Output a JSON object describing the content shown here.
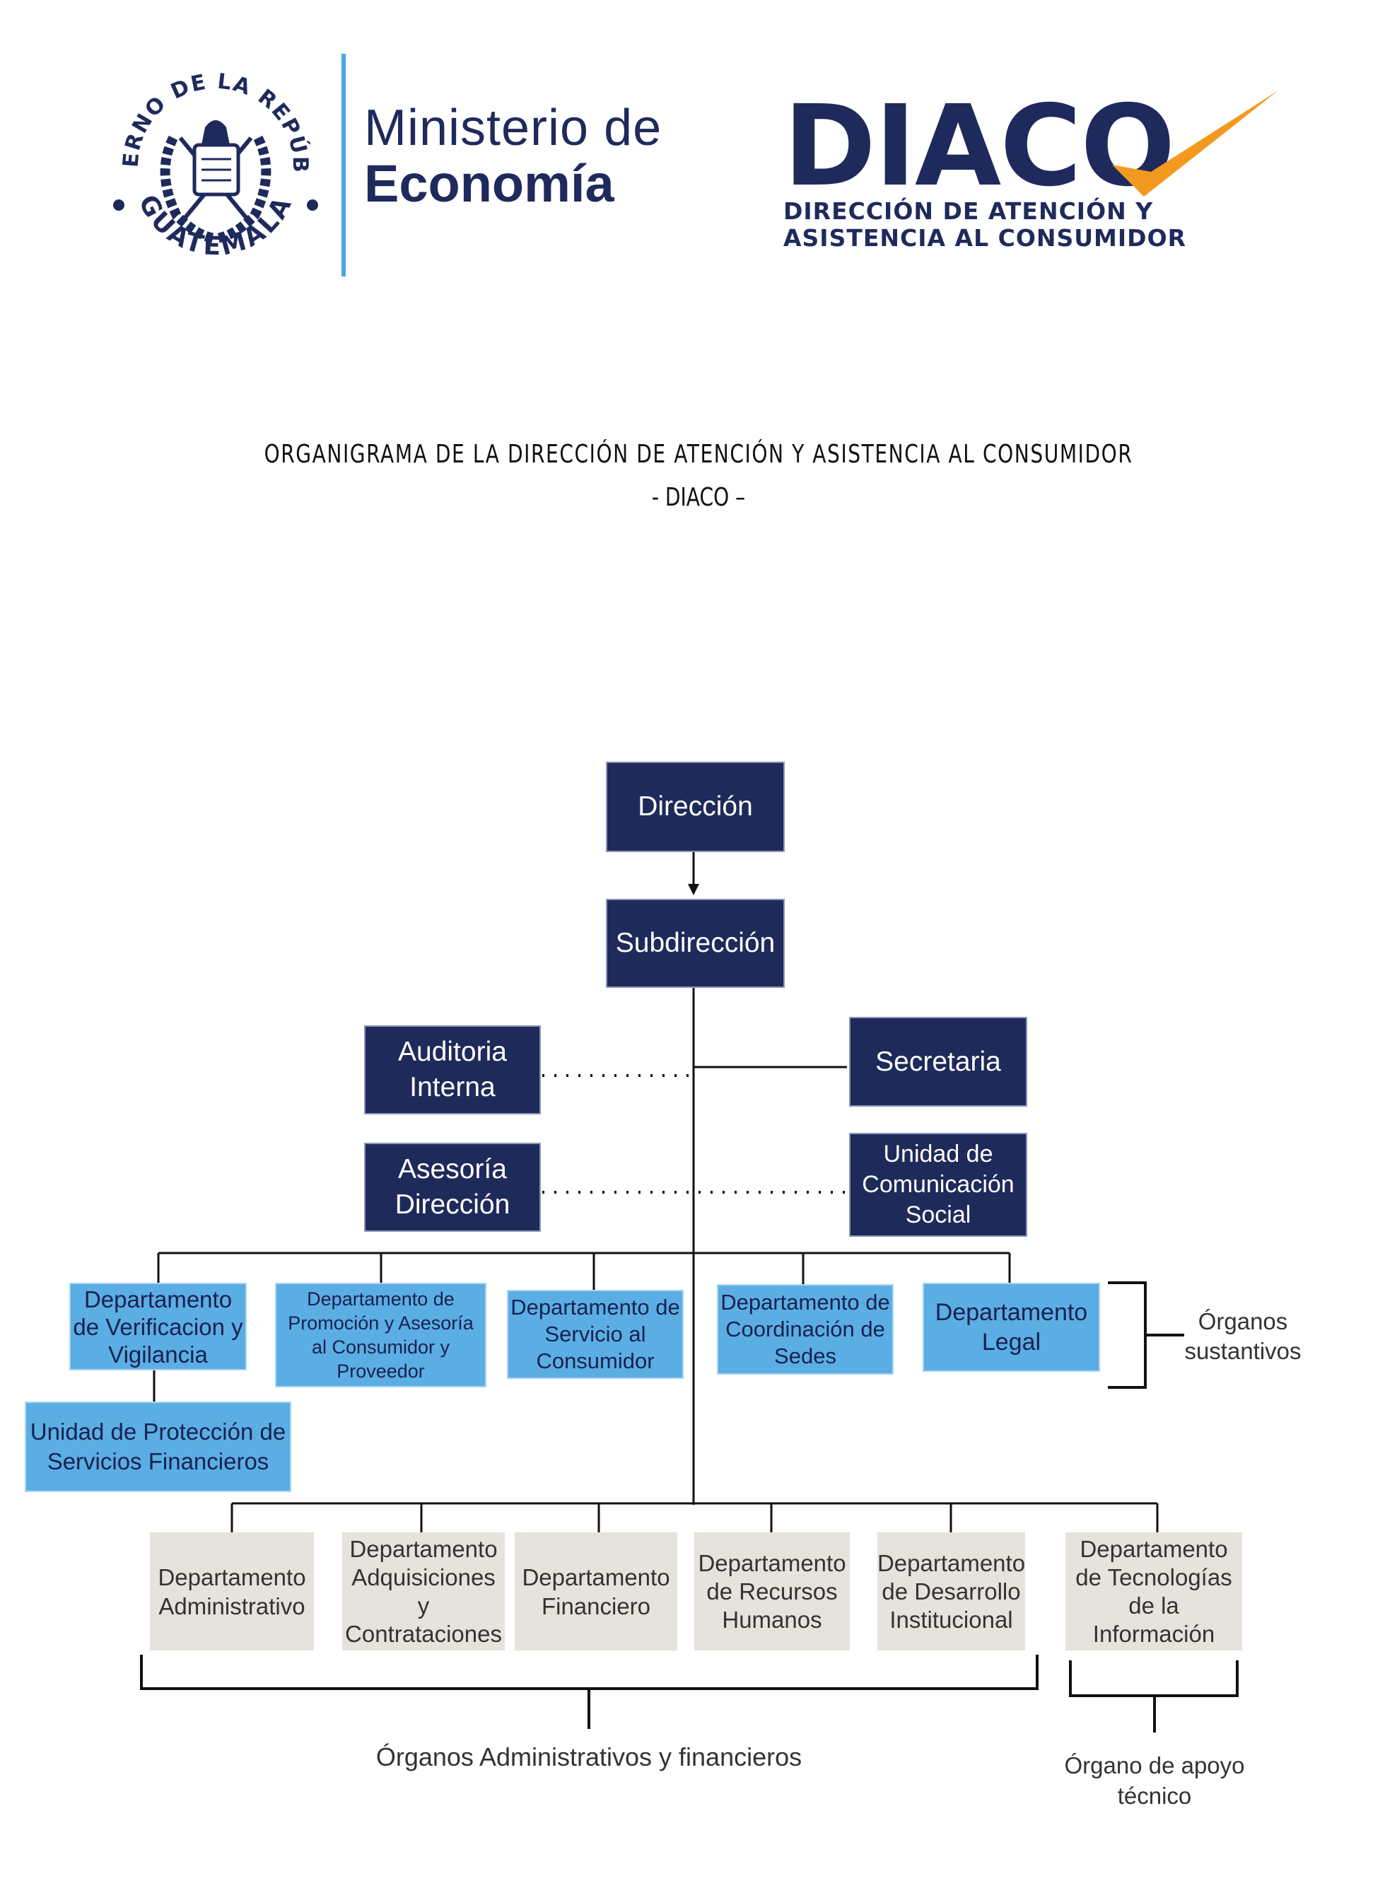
{
  "header": {
    "seal": {
      "top_text": "GOBIERNO DE LA REPÚBLICA",
      "bottom_text": "GUATEMALA"
    },
    "ministry": {
      "line1": "Ministerio de",
      "line2": "Economía"
    },
    "diaco": {
      "wordmark": "DIACO",
      "sub_line1": "DIRECCIÓN DE ATENCIÓN Y",
      "sub_line2": "ASISTENCIA AL CONSUMIDOR",
      "colors": {
        "navy": "#1f2a5c",
        "orange": "#f29a1f",
        "sky": "#4aa8df"
      }
    }
  },
  "title": {
    "line1": "ORGANIGRAMA DE LA DIRECCIÓN DE ATENCIÓN Y ASISTENCIA AL CONSUMIDOR",
    "line2": "- DIACO –"
  },
  "org": {
    "direccion": "Dirección",
    "subdireccion": "Subdirección",
    "auditoria": [
      "Auditoria",
      "Interna"
    ],
    "secretaria": "Secretaria",
    "asesoria": [
      "Asesoría",
      "Dirección"
    ],
    "comunicacion": [
      "Unidad de",
      "Comunicación",
      "Social"
    ],
    "sustantivos": [
      [
        "Departamento",
        "de Verificacion y",
        "Vigilancia"
      ],
      [
        "Departamento de",
        "Promoción y Asesoría",
        "al Consumidor y",
        "Proveedor"
      ],
      [
        "Departamento de",
        "Servicio al",
        "Consumidor"
      ],
      [
        "Departamento de",
        "Coordinación de",
        "Sedes"
      ],
      [
        "Departamento",
        "Legal"
      ]
    ],
    "unidad_financieros": [
      "Unidad de Protección de",
      "Servicios Financieros"
    ],
    "administrativos": [
      [
        "Departamento",
        "Administrativo"
      ],
      [
        "Departamento",
        "Adquisiciones",
        "y",
        "Contrataciones"
      ],
      [
        "Departamento",
        "Financiero"
      ],
      [
        "Departamento",
        "de Recursos",
        "Humanos"
      ],
      [
        "Departamento",
        "de Desarrollo",
        "Institucional"
      ],
      [
        "Departamento",
        "de Tecnologías",
        "de la",
        "Información"
      ]
    ],
    "labels": {
      "sustantivos": [
        "Órganos",
        "sustantivos"
      ],
      "administrativos": "Órganos Administrativos y financieros",
      "apoyo": [
        "Órgano de apoyo",
        "técnico"
      ]
    },
    "colors": {
      "dark": "#1e2a5a",
      "light": "#5aaee3",
      "grey": "#e6e2dc"
    }
  }
}
